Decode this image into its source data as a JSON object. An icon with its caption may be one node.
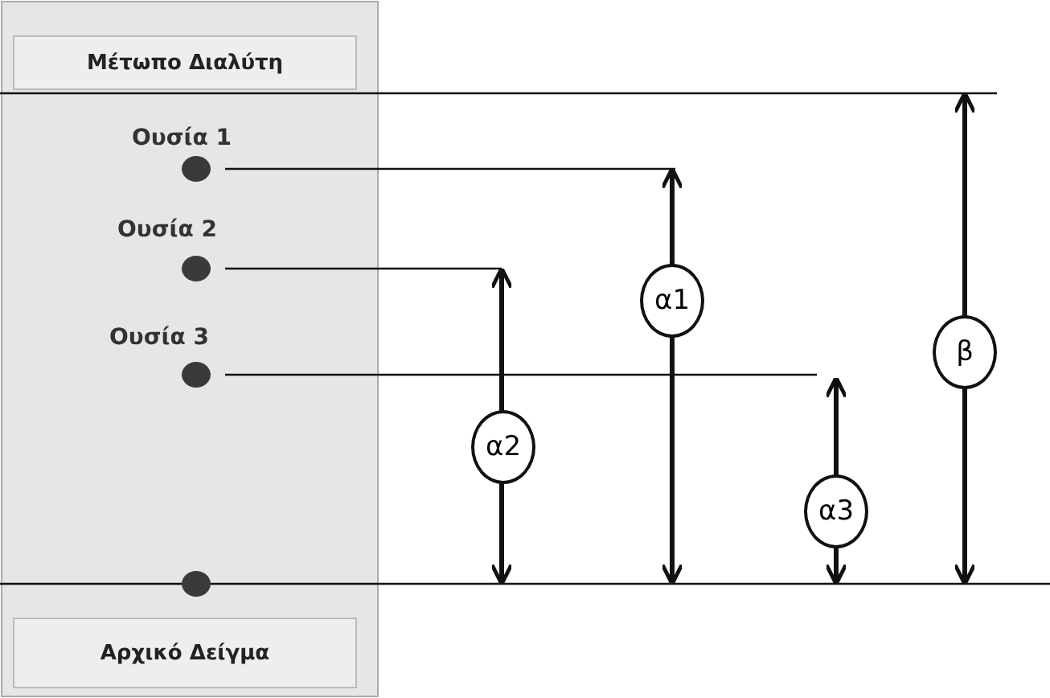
{
  "diagram": {
    "nodes": [
      {
        "text": [
          "Μέτωπο Διαλύτη"
        ]
      },
      {
        "text": [
          "Αρχικό Δείγμα"
        ]
      },
      {
        "text": [
          "α2"
        ]
      },
      {
        "text": [
          "α1"
        ]
      },
      {
        "text": [
          "α3"
        ]
      },
      {
        "text": [
          "β"
        ]
      }
    ],
    "labels": [
      "Ουσία 1",
      "Ουσία 2",
      "Ουσία 3"
    ]
  }
}
